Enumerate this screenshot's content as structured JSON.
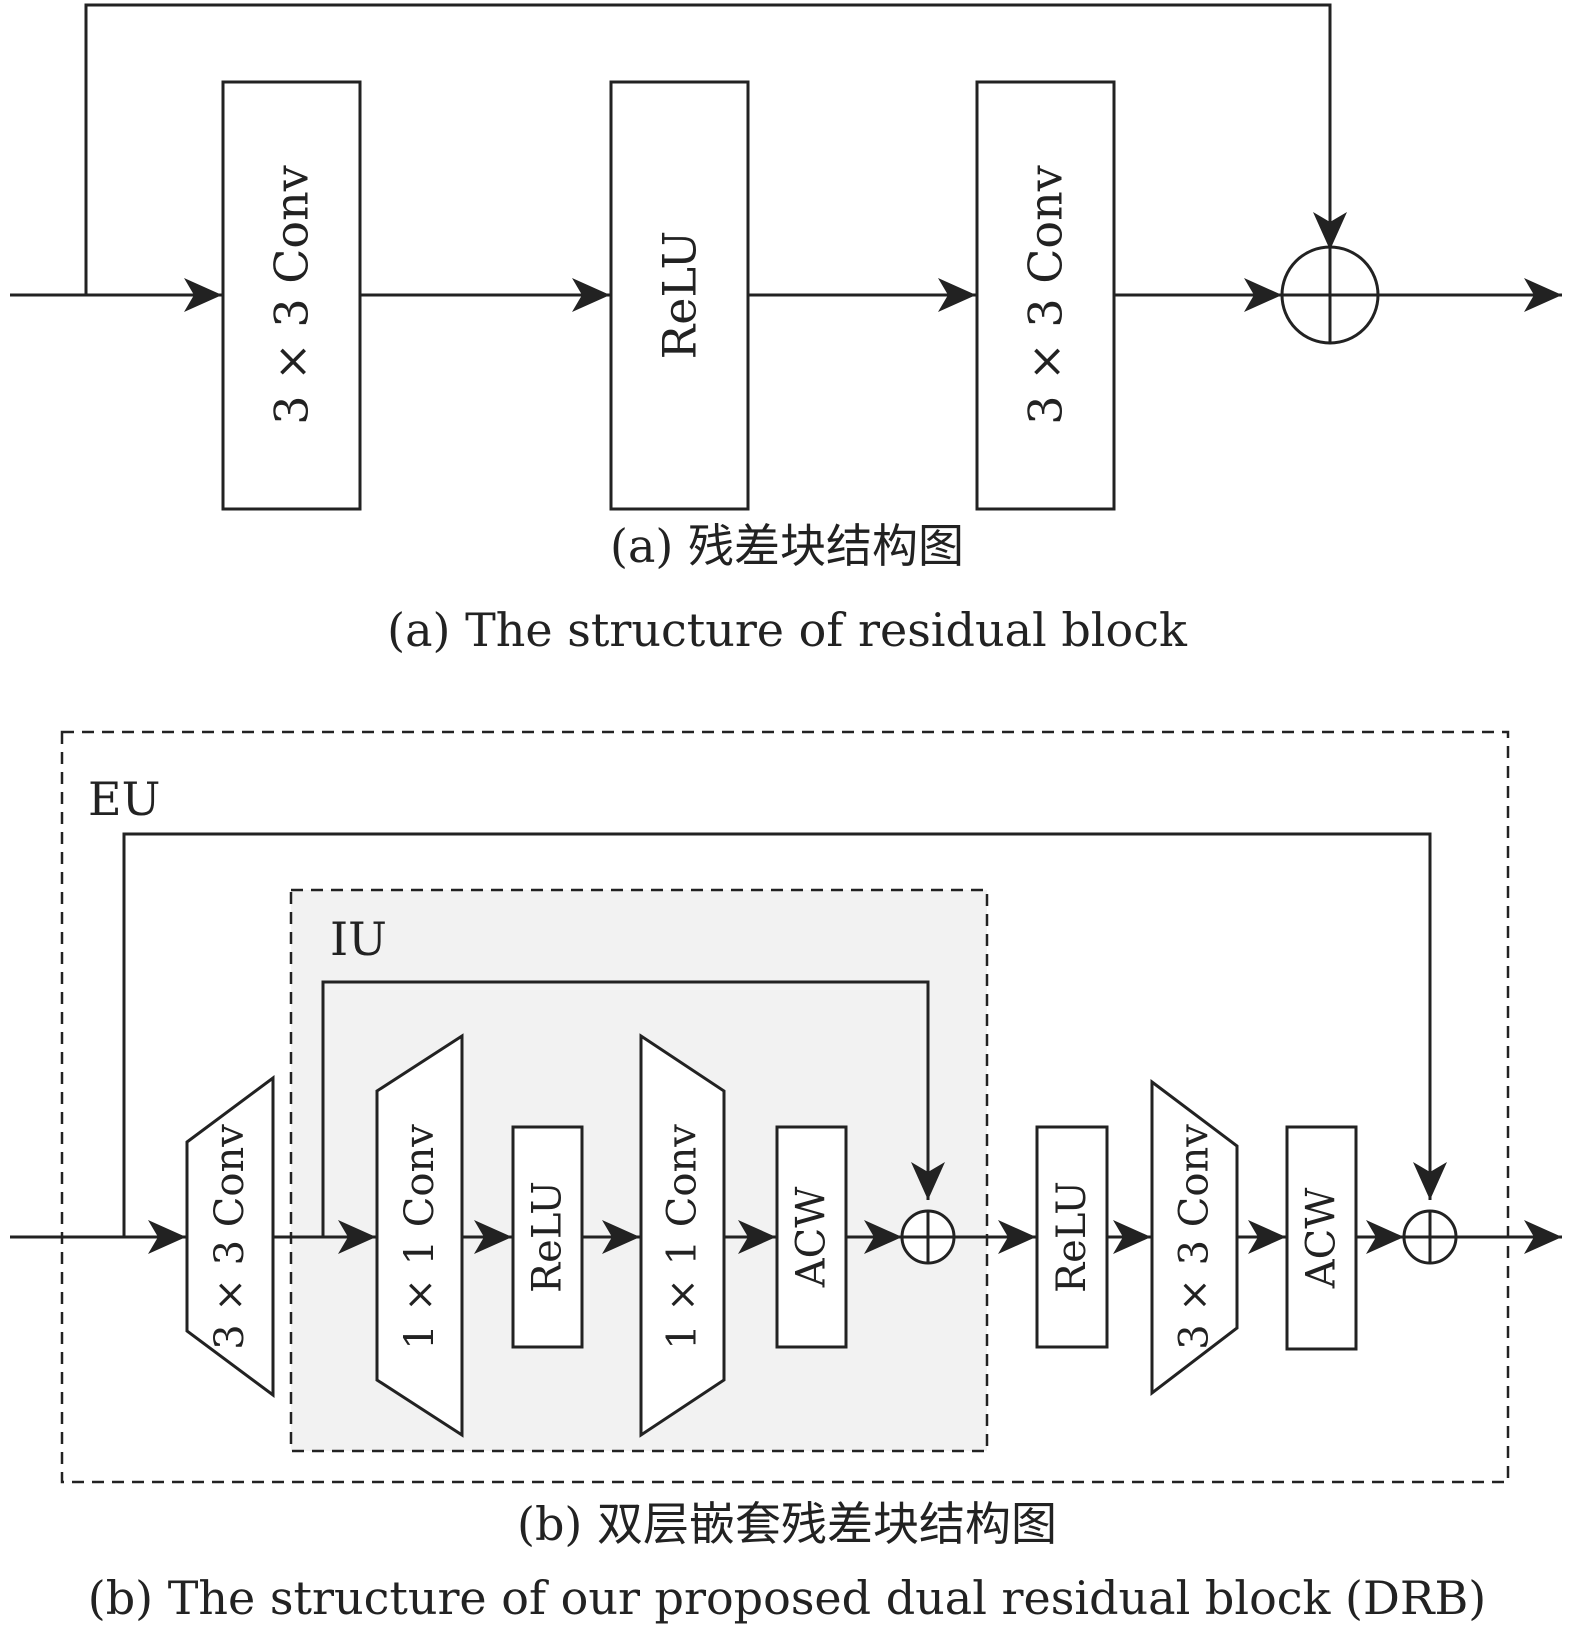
{
  "part_a": {
    "blocks": [
      "3 × 3 Conv",
      "ReLU",
      "3 × 3 Conv"
    ],
    "caption_cn": "(a) 残差块结构图",
    "caption_en": "(a) The structure of residual block"
  },
  "part_b": {
    "outer_label": "EU",
    "inner_label": "IU",
    "blocks": [
      "3 × 3 Conv",
      "1 × 1 Conv",
      "ReLU",
      "1 × 1 Conv",
      "ACW",
      "ReLU",
      "3 × 3 Conv",
      "ACW"
    ],
    "caption_cn": "(b) 双层嵌套残差块结构图",
    "caption_en": "(b) The structure of our proposed dual residual block (DRB)"
  }
}
